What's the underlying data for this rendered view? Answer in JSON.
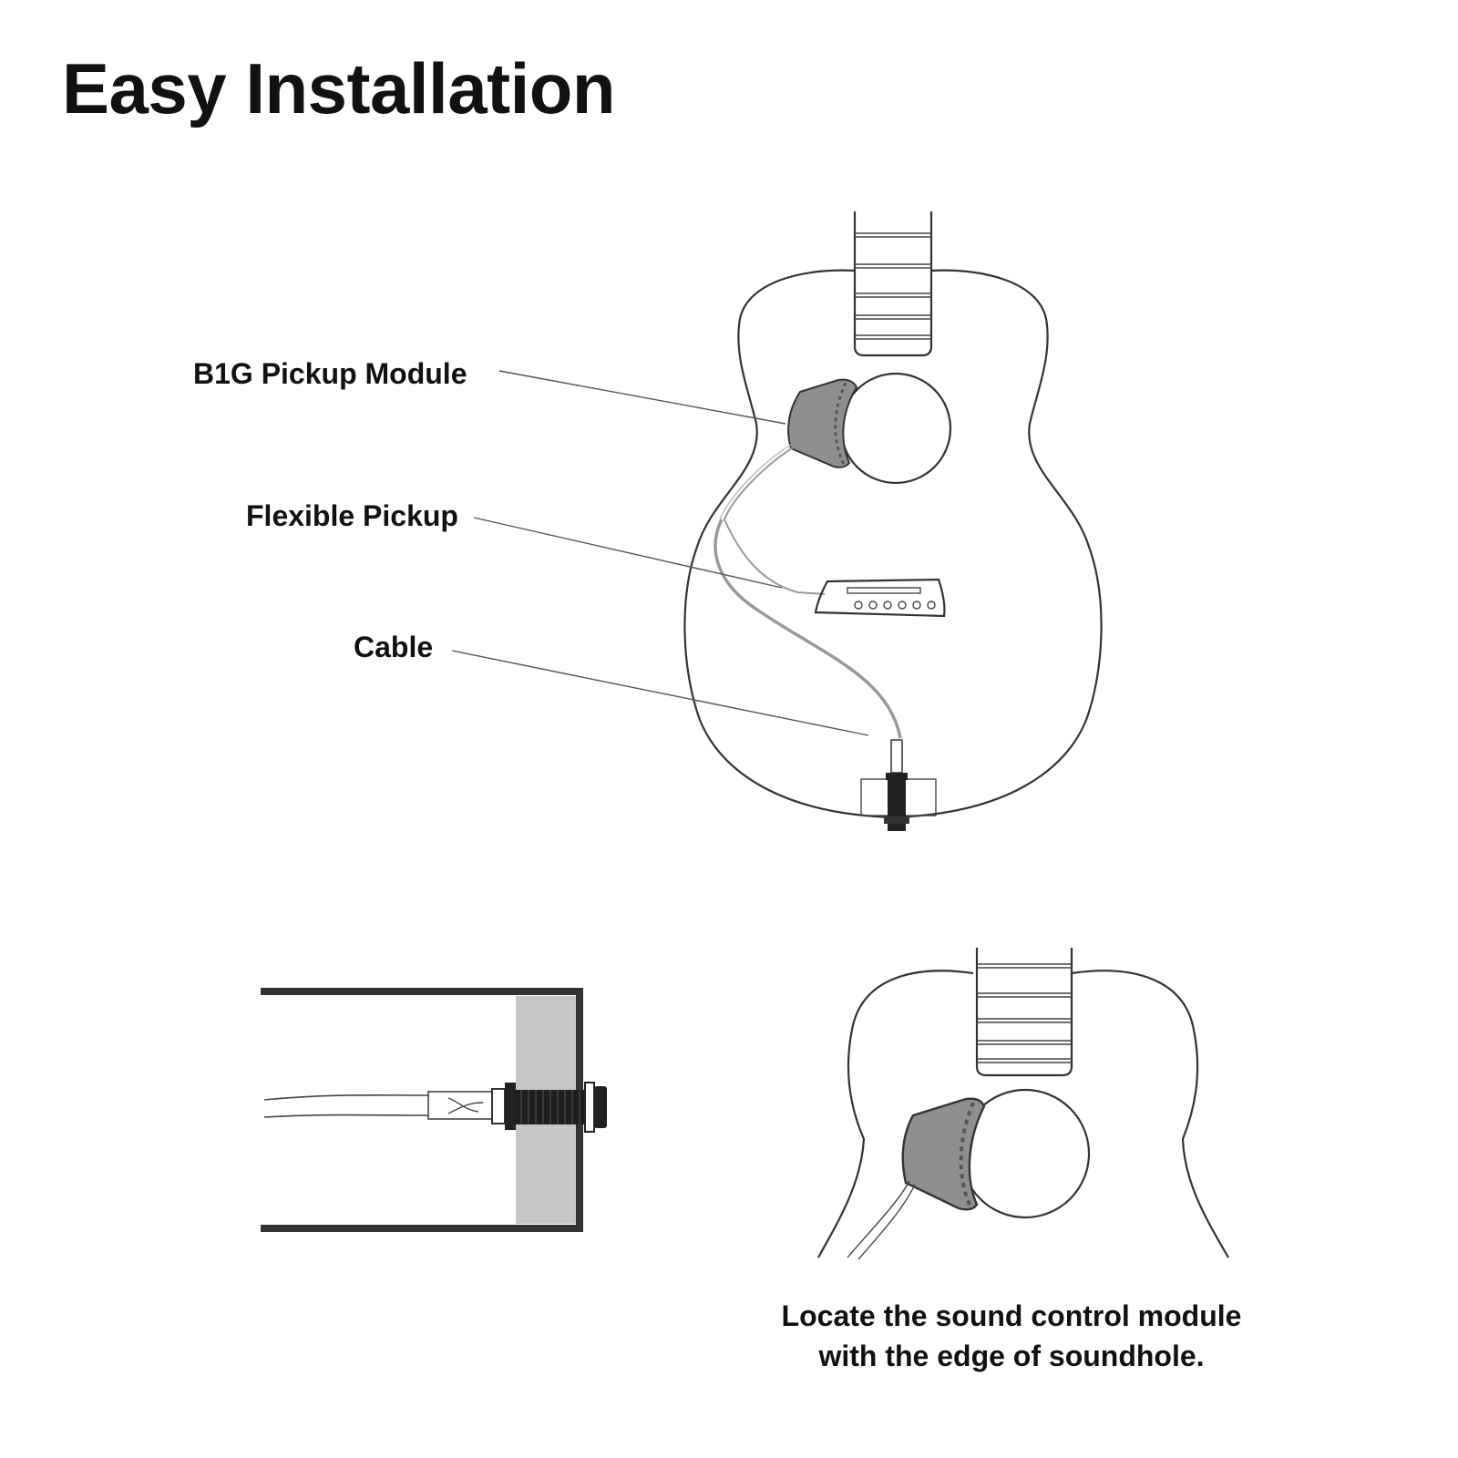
{
  "title": "Easy Installation",
  "labels": {
    "pickup_module": "B1G Pickup Module",
    "flexible_pickup": "Flexible Pickup",
    "cable": "Cable"
  },
  "caption": {
    "line1": "Locate the sound control module",
    "line2": "with the edge of soundhole."
  },
  "colors": {
    "ink": "#111111",
    "outline": "#333333",
    "module_fill": "#8f8f8f",
    "cable": "#9a9a9a",
    "wood": "#c6c6c6"
  }
}
